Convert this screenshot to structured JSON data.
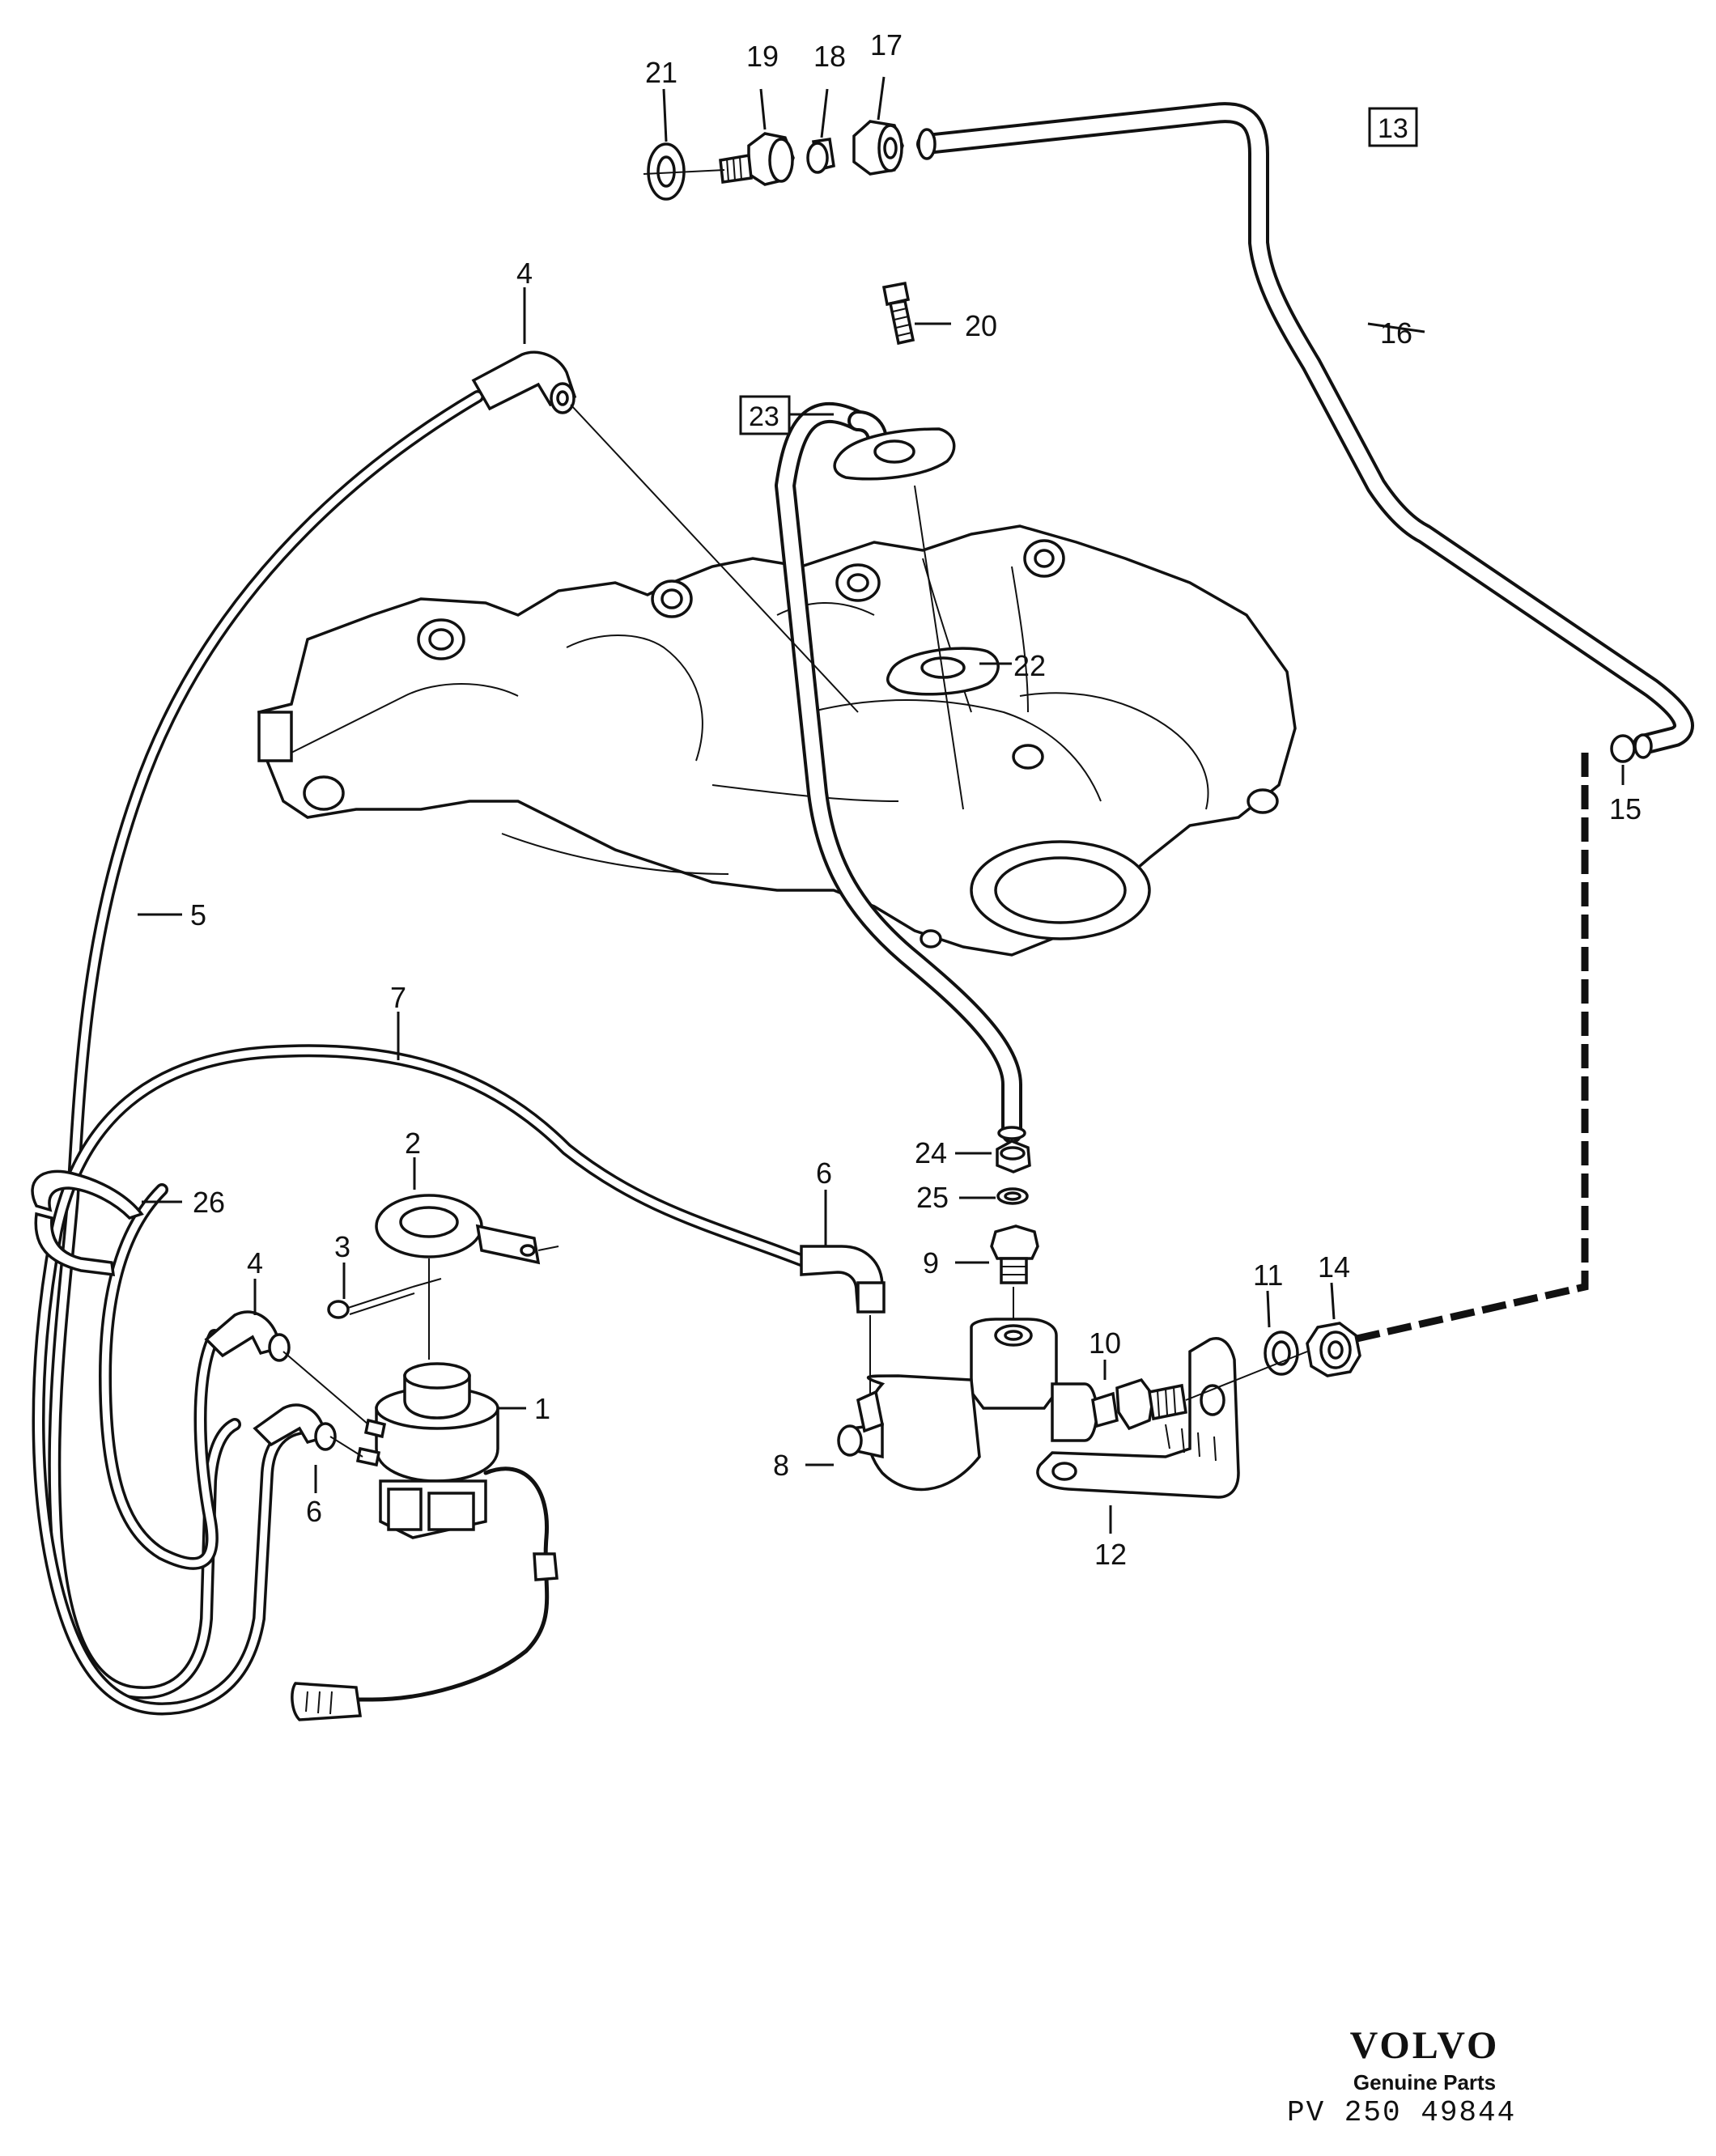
{
  "diagram": {
    "callouts": {
      "c1": "1",
      "c2": "2",
      "c3": "3",
      "c4a": "4",
      "c4b": "4",
      "c5": "5",
      "c6a": "6",
      "c6b": "6",
      "c7": "7",
      "c8": "8",
      "c9": "9",
      "c10": "10",
      "c11": "11",
      "c12": "12",
      "c14": "14",
      "c15": "15",
      "c16": "16",
      "c17": "17",
      "c18": "18",
      "c19": "19",
      "c20": "20",
      "c21": "21",
      "c22": "22",
      "c24": "24",
      "c25": "25",
      "c26": "26"
    },
    "boxed_labels": {
      "b13": "13",
      "b23": "23"
    }
  },
  "brand": {
    "name": "VOLVO",
    "subtitle": "Genuine Parts",
    "code": "PV 250 49844"
  },
  "colors": {
    "ink": "#111111",
    "paper": "#ffffff"
  }
}
